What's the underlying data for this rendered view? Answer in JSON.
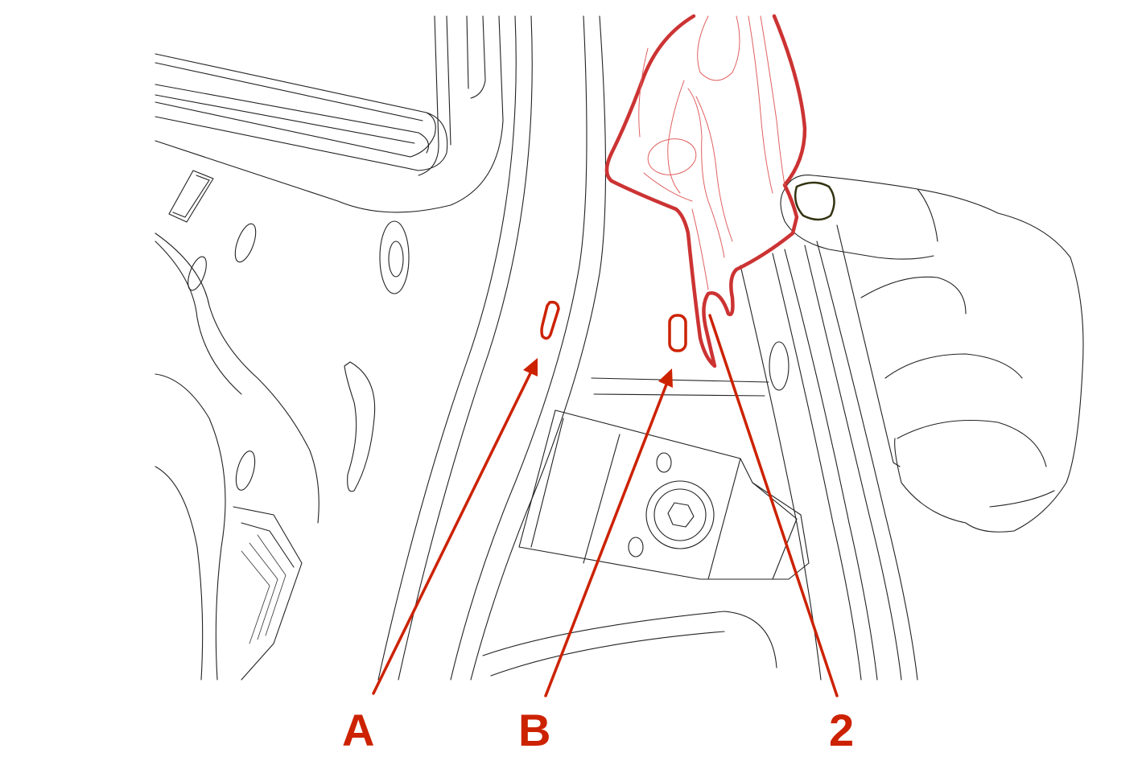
{
  "colors": {
    "callout": "#cc2200",
    "part_outline": "#cc3333",
    "line_art": "#222222",
    "background": "#ffffff"
  },
  "callouts": {
    "a": "A",
    "b": "B",
    "two": "2"
  }
}
